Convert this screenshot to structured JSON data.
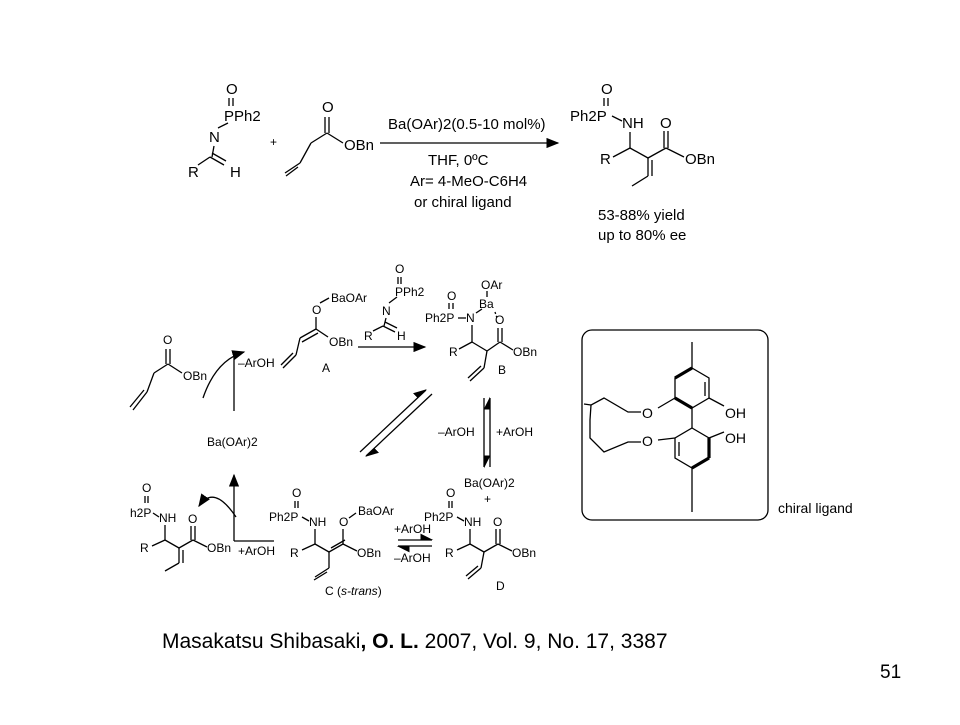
{
  "reaction": {
    "imine": {
      "oxygen": "O",
      "phosphinoyl": "PPh2",
      "nitrogen": "N",
      "r_group": "R",
      "hydrogen": "H"
    },
    "plus": "+",
    "ester": {
      "oxygen": "O",
      "obn": "OBn"
    },
    "conditions": {
      "catalyst": "Ba(OAr)2(0.5-10 mol%)",
      "solvent": "THF, 0ºC",
      "aryl": "Ar= 4-MeO-C6H4",
      "alt_ligand": "or chiral ligand"
    },
    "product": {
      "oxygen": "O",
      "ph2p": "Ph2P",
      "nh": "NH",
      "r_group": "R",
      "carbonyl_o": "O",
      "obn": "OBn"
    },
    "yield": "53-88% yield",
    "ee": "up to 80% ee"
  },
  "mechanism": {
    "start_ester": {
      "oxygen": "O",
      "obn": "OBn"
    },
    "loss_aroh": "–ArOH",
    "catalyst": "Ba(OAr)2",
    "intermediate_A": {
      "label": "A",
      "baoar": "BaOAr",
      "o": "O",
      "obn": "OBn"
    },
    "imine": {
      "o": "O",
      "pph2": "PPh2",
      "n": "N",
      "r": "R",
      "h": "H"
    },
    "intermediate_B": {
      "label": "B",
      "oar": "OAr",
      "ba": "Ba",
      "o": "O",
      "ph2p": "Ph2P",
      "n": "N",
      "r": "R",
      "obn": "OBn",
      "carbonyl_o": "O"
    },
    "equilibrium_BC": {
      "minus": "–ArOH",
      "plus": "+ArOH"
    },
    "regenerated_catalyst": "Ba(OAr)2",
    "plus_sign": "+",
    "product_left": {
      "o": "O",
      "ph2p": "h2P",
      "nh": "NH",
      "r": "R",
      "obn": "OBn",
      "carbonyl_o": "O"
    },
    "add_aroh": "+ArOH",
    "intermediate_C": {
      "label_prefix": "C (",
      "label_italic": "s-trans",
      "label_suffix": ")",
      "o": "O",
      "ph2p": "Ph2P",
      "nh": "NH",
      "r": "R",
      "baoar": "BaOAr",
      "o2": "O",
      "obn": "OBn"
    },
    "equilibrium_CD": {
      "plus": "+ArOH",
      "minus": "–ArOH"
    },
    "intermediate_D": {
      "label": "D",
      "o": "O",
      "ph2p": "Ph2P",
      "nh": "NH",
      "r": "R",
      "obn": "OBn",
      "carbonyl_o": "O"
    }
  },
  "ligand": {
    "oh_top": "OH",
    "oh_bottom": "OH",
    "o_top": "O",
    "o_bottom": "O",
    "caption": "chiral ligand"
  },
  "citation": {
    "author": "Masakatsu Shibasaki",
    "sep": ",",
    "journal": "O. L.",
    "details": "2007, Vol. 9, No. 17, 3387"
  },
  "page_number": "51"
}
